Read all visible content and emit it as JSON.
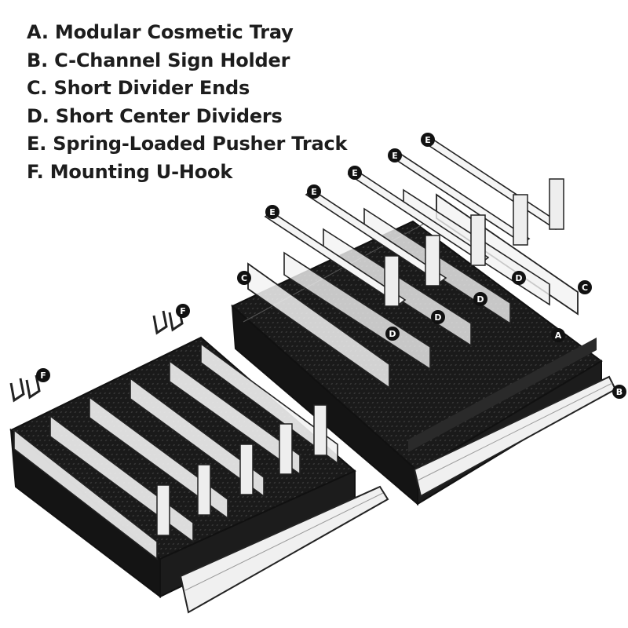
{
  "legend": [
    {
      "letter": "A",
      "text": "A. Modular Cosmetic Tray"
    },
    {
      "letter": "B",
      "text": "B. C-Channel Sign Holder"
    },
    {
      "letter": "C",
      "text": "C. Short Divider Ends"
    },
    {
      "letter": "D",
      "text": "D. Short Center Dividers"
    },
    {
      "letter": "E",
      "text": "E. Spring-Loaded Pusher Track"
    },
    {
      "letter": "F",
      "text": "F. Mounting U-Hook"
    }
  ],
  "callouts": {
    "A": "A",
    "B": "B",
    "C": "C",
    "D": "D",
    "E": "E",
    "F": "F"
  },
  "colors": {
    "tray": "#161616",
    "tray_edge": "#3a3a3a",
    "part_fill": "#f2f2f2",
    "part_stroke": "#222222",
    "callout_bg": "#111111",
    "callout_text": "#ffffff"
  }
}
